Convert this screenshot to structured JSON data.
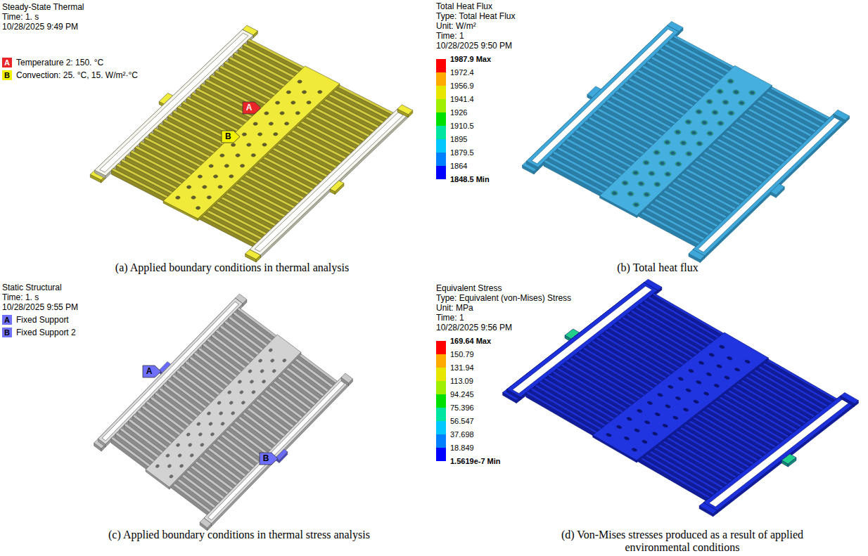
{
  "diagram": {
    "nodes": [
      {
        "text": [
          "A"
        ]
      },
      {
        "text": [
          "B"
        ]
      },
      {
        "text": [
          "A"
        ]
      },
      {
        "text": [
          "B"
        ]
      }
    ],
    "labels": [
      "Steady-State Thermal",
      "Time: 1. s",
      "10/28/2025 9:49 PM",
      "A",
      "B",
      "Total Heat Flux",
      "Type: Total Heat Flux",
      "Unit: W/m²",
      "Time: 1",
      "10/28/2025 9:50 PM",
      "1848.5 Min",
      "Static Structural",
      "Time: 1. s",
      "10/28/2025 9:55 PM",
      "A",
      "B",
      "Equivalent Stress",
      "Type: Equivalent (von-Mises) Stress",
      "Unit: MPa",
      "Time: 1",
      "10/28/2025 9:56 PM",
      "1.5619e-7 Min",
      "(a) Applied boundary conditions in thermal analysis",
      "(b) Total heat flux",
      "(c) Applied boundary conditions in thermal stress analysis",
      "(d) Von-Mises stresses produced as a result of applied environmental conditions"
    ],
    "legend": [
      {
        "text": "Temperature 2: 150. °C",
        "color": "#e8262a"
      },
      {
        "text": "Convection: 25. °C, 15. W/m²·°C",
        "color": "#f2f200"
      },
      {
        "text": "1987.9 Max",
        "color": "#ff0000"
      },
      {
        "text": "1972.4",
        "color": "#ffaa00"
      },
      {
        "text": "1956.9",
        "color": "#e6e600"
      },
      {
        "text": "1941.4",
        "color": "#9ff000"
      },
      {
        "text": "1926",
        "color": "#00e000"
      },
      {
        "text": "1910.5",
        "color": "#00e6a0"
      },
      {
        "text": "1895",
        "color": "#00c8ff"
      },
      {
        "text": "1879.5",
        "color": "#0080ff"
      },
      {
        "text": "1864",
        "color": "#0000ff"
      },
      {
        "text": "Fixed Support",
        "color": "#7070ff"
      },
      {
        "text": "Fixed Support 2",
        "color": "#7070ff"
      },
      {
        "text": "169.64 Max",
        "color": "#ff0000"
      },
      {
        "text": "150.79",
        "color": "#ffaa00"
      },
      {
        "text": "131.94",
        "color": "#e6e600"
      },
      {
        "text": "113.09",
        "color": "#9ff000"
      },
      {
        "text": "94.245",
        "color": "#00e000"
      },
      {
        "text": "75.396",
        "color": "#00e6a0"
      },
      {
        "text": "56.547",
        "color": "#00c8ff"
      },
      {
        "text": "37.698",
        "color": "#0080ff"
      },
      {
        "text": "18.849",
        "color": "#0000ff"
      }
    ]
  }
}
